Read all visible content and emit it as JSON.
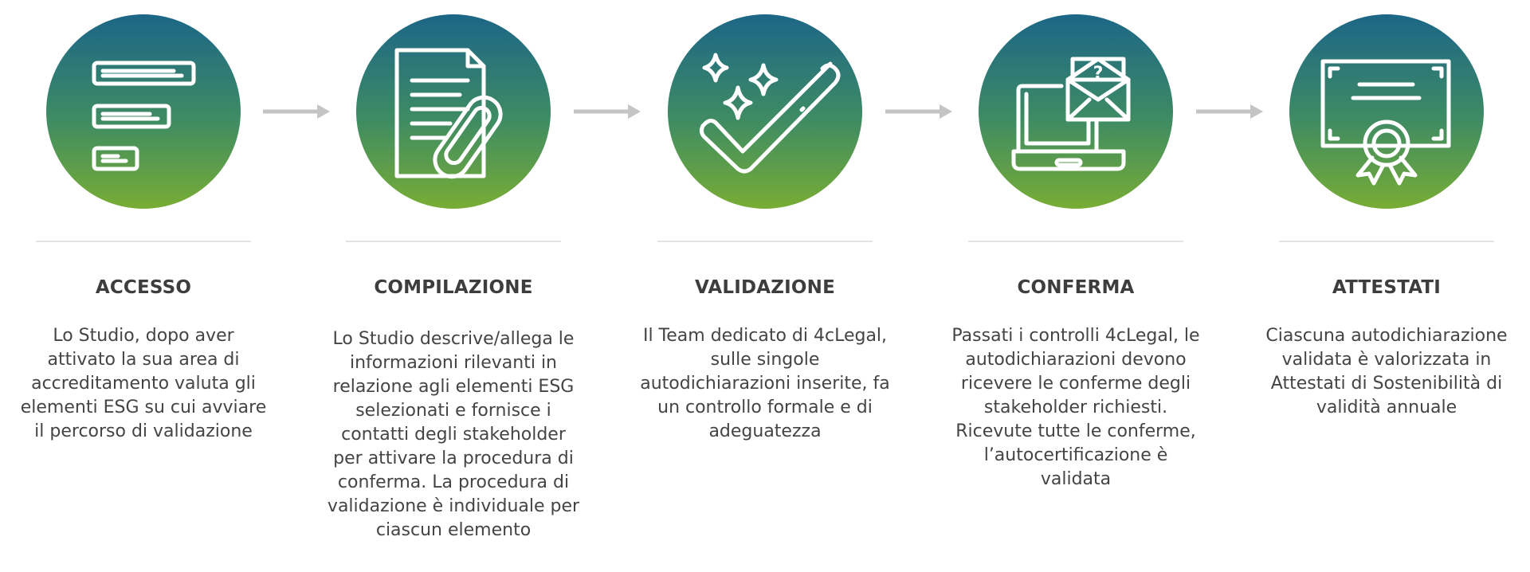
{
  "steps": [
    {
      "title": "ACCESSO",
      "description": "Lo Studio, dopo aver\nattivato la sua area di\naccreditamento valuta gli\nelementi ESG su cui avviare\nil percorso di validazione",
      "icon": "form-fields-icon"
    },
    {
      "title": "COMPILAZIONE",
      "description": "Lo Studio descrive/allega le\ninformazioni rilevanti in\nrelazione agli elementi ESG\nselezionati e fornisce i\ncontatti degli stakeholder\nper attivare la procedura di\nconferma. La procedura di\nvalidazione è individuale per\nciascun elemento",
      "icon": "document-attachment-icon"
    },
    {
      "title": "VALIDAZIONE",
      "description": "Il Team dedicato di 4cLegal,\nsulle singole\nautodichiarazioni inserite, fa\nun controllo formale e di\nadeguatezza",
      "icon": "sparkle-check-icon"
    },
    {
      "title": "CONFERMA",
      "description": "Passati i controlli 4cLegal, le\nautodichiarazioni devono\nricevere le conferme degli\nstakeholder richiesti.\nRicevute tutte le conferme,\nl’autocertificazione è\nvalidata",
      "icon": "laptop-envelope-icon"
    },
    {
      "title": "ATTESTATI",
      "description": "Ciascuna autodichiarazione\nvalidata è valorizzata in\nAttestati di Sostenibilità di\nvalidità annuale",
      "icon": "certificate-icon"
    }
  ],
  "colors": {
    "gradient_top": "#1c6687",
    "gradient_bottom": "#78ad34",
    "arrow": "#c4c4c4",
    "title": "#3d3d3d",
    "text": "#444444",
    "divider": "#e3e3e3"
  }
}
